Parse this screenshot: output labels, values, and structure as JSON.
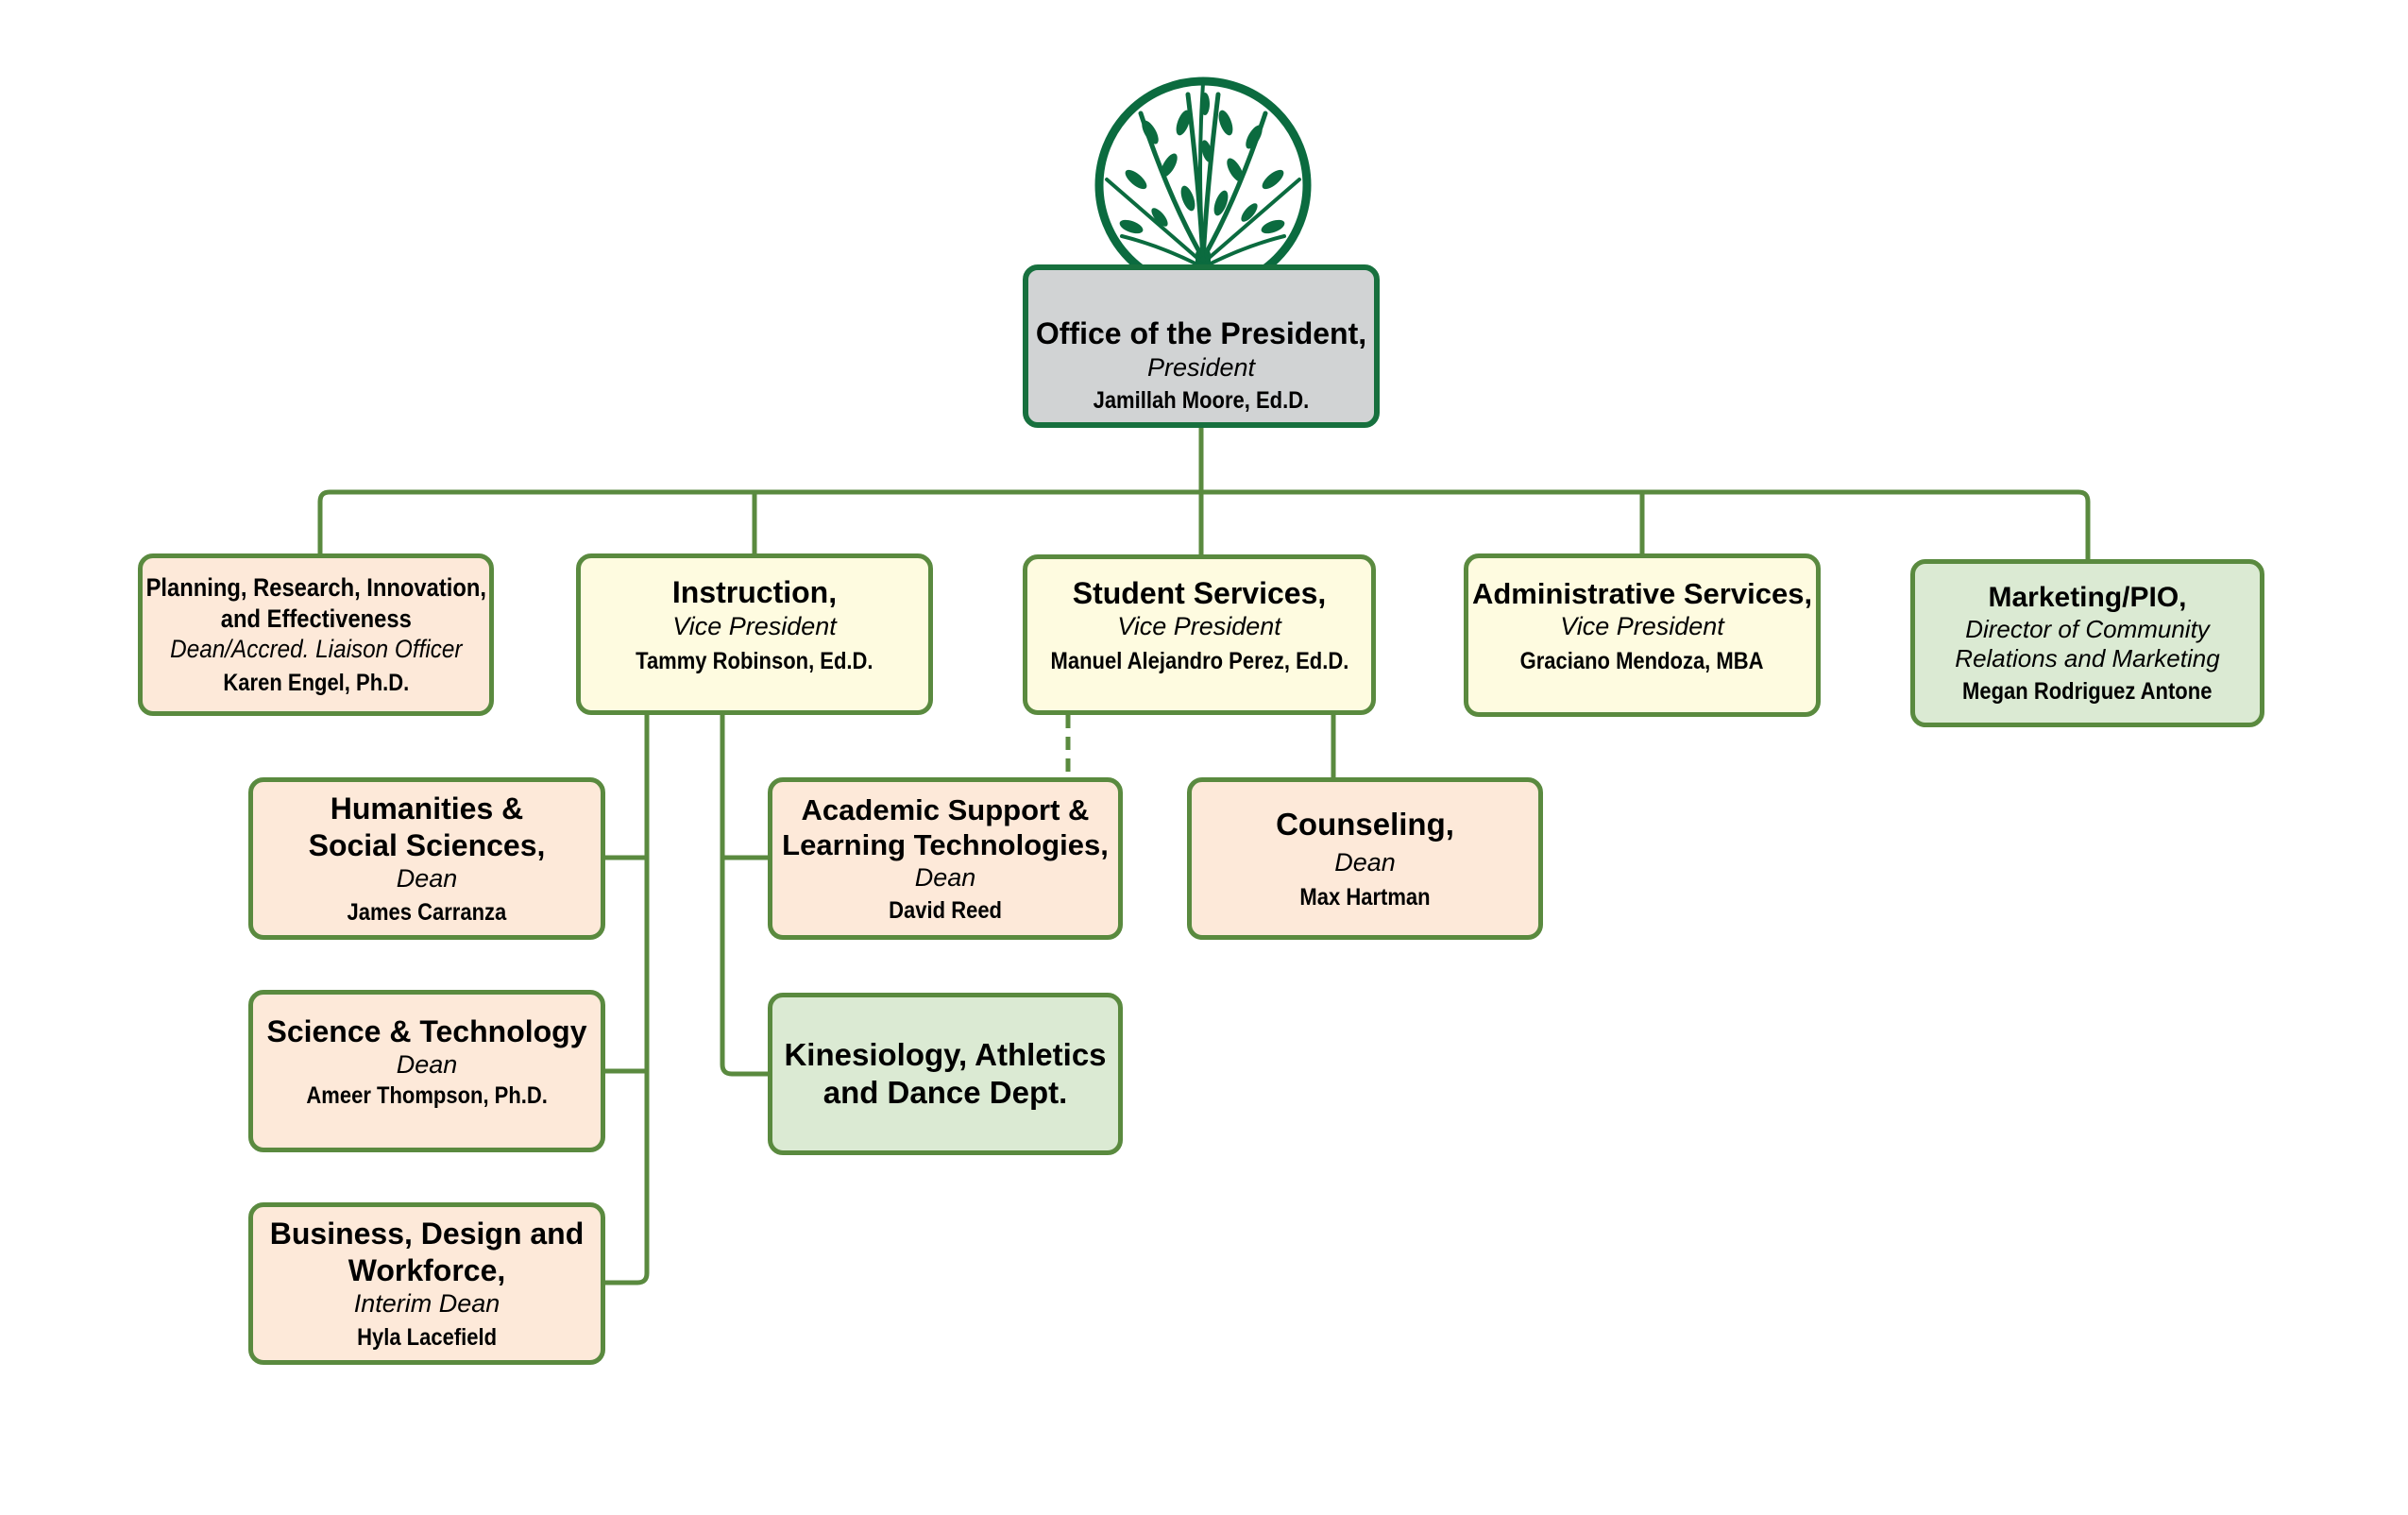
{
  "chart": {
    "colors": {
      "connector": "#5a8a3f",
      "president_border": "#17703e",
      "president_fill": "#d1d3d4",
      "vp_fill": "#fefbe0",
      "dean_fill": "#fde9d9",
      "dept_fill": "#dbead3",
      "logo": "#0b6b3f"
    },
    "logo": {
      "icon": "tree-in-circle-icon"
    },
    "president": {
      "title": "Office of the President,",
      "role": "President",
      "name": "Jamillah Moore, Ed.D."
    },
    "direct_reports": [
      {
        "title_line1": "Planning, Research, Innovation,",
        "title_line2": "and Effectiveness",
        "role": "Dean/Accred. Liaison Officer",
        "name": "Karen Engel, Ph.D."
      },
      {
        "title": "Instruction,",
        "role": "Vice President",
        "name": "Tammy Robinson, Ed.D."
      },
      {
        "title": "Student Services,",
        "role": "Vice President",
        "name": "Manuel Alejandro Perez, Ed.D."
      },
      {
        "title": "Administrative Services,",
        "role": "Vice President",
        "name": "Graciano Mendoza, MBA"
      },
      {
        "title": "Marketing/PIO,",
        "role_line1": "Director of Community",
        "role_line2": "Relations and Marketing",
        "name": "Megan Rodriguez Antone"
      }
    ],
    "instruction_reports": [
      {
        "title_line1": "Humanities &",
        "title_line2": "Social Sciences,",
        "role": "Dean",
        "name": "James Carranza"
      },
      {
        "title": "Science & Technology",
        "role": "Dean",
        "name": "Ameer Thompson, Ph.D."
      },
      {
        "title_line1": "Business, Design and",
        "title_line2": "Workforce,",
        "role": "Interim Dean",
        "name": "Hyla Lacefield"
      },
      {
        "title_line1": "Academic Support &",
        "title_line2": "Learning Technologies,",
        "role": "Dean",
        "name": "David Reed",
        "dotted_line_to": "Student Services"
      },
      {
        "title_line1": "Kinesiology, Athletics",
        "title_line2": "and Dance Dept."
      }
    ],
    "student_services_reports": [
      {
        "title": "Counseling,",
        "role": "Dean",
        "name": "Max Hartman"
      }
    ]
  }
}
